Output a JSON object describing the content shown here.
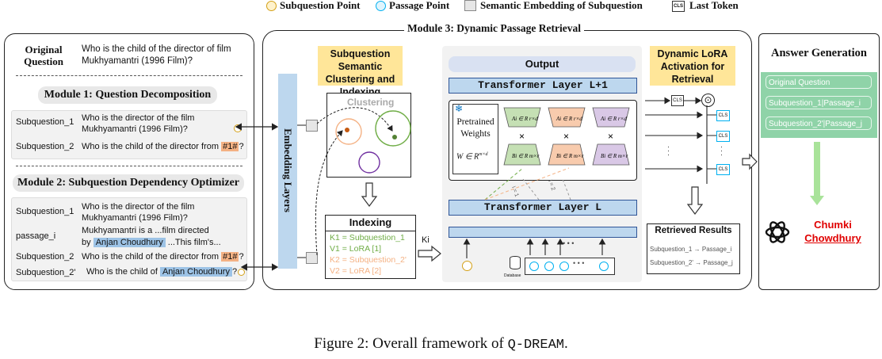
{
  "legend": {
    "subquestion_point": "Subquestion Point",
    "passage_point": "Passage Point",
    "semantic_embedding": "Semantic Embedding of Subquestion",
    "cls_label": "CLS",
    "last_token": "Last Token"
  },
  "left_panel": {
    "original_question_label": "Original Question",
    "original_question_text": "Who is the child of the director of film Mukhyamantri (1996 Film)?",
    "module1": {
      "title": "Module 1: Question Decomposition",
      "rows": [
        {
          "label": "Subquestion_1",
          "text1": "Who is the director of the film",
          "text2": "Mukhyamantri (1996 Film)?"
        },
        {
          "label": "Subquestion_2",
          "text_pre": "Who is the child of the director from ",
          "highlight": "#1#",
          "text_post": "?"
        }
      ]
    },
    "module2": {
      "title": "Module 2: Subquestion Dependency Optimizer",
      "rows": [
        {
          "label": "Subquestion_1",
          "text1": "Who is the director of the film",
          "text2": "Mukhyamantri (1996 Film)?"
        },
        {
          "label": "passage_i",
          "text1": "Mukhyamantri is a ...film directed",
          "text2_pre": "by ",
          "highlight": "Anjan Choudhury",
          "text2_post": " ...This film's..."
        },
        {
          "label": "Subquestion_2",
          "text_pre": "Who is the child of the director from ",
          "highlight": "#1#",
          "text_post": "?"
        },
        {
          "label": "Subquestion_2'",
          "text_pre": "Who is the child of ",
          "highlight": "Anjan Choudhury",
          "text_post": "?"
        }
      ]
    }
  },
  "module3": {
    "title": "Module 3: Dynamic Passage Retrieval",
    "embedding_layers": "Embedding Layers",
    "clustering_header": "Subquestion Semantic Clustering and Indexing",
    "clustering_label": "Clustering",
    "indexing_title": "Indexing",
    "indexing_items": [
      {
        "text": "K1 = Subquestion_1",
        "color": "#70ad47"
      },
      {
        "text": "V1 = LoRA [1]",
        "color": "#70ad47"
      },
      {
        "text": "K2 = Subquestion_2'",
        "color": "#f4b183"
      },
      {
        "text": "V2 = LoRA [2]",
        "color": "#f4b183"
      }
    ],
    "ki_label": "Ki",
    "output_label": "Output",
    "transformer_top": "Transformer Layer L+1",
    "transformer_bottom": "Transformer Layer L",
    "pretrained": "Pretrained Weights",
    "weight_formula": "W ∈ R",
    "weight_sup": "m×d",
    "lora_a": "A",
    "lora_b": "B",
    "lora_a_sub": "i",
    "lora_a_space": "∈ R",
    "lora_a_sup": "r×d",
    "lora_b_sup": "m×r",
    "mult": "×",
    "i1": "i = 1",
    "i2": "i = 2",
    "database": "Database",
    "dots": "• • •",
    "dynamic_lora_header": "Dynamic LoRA Activation for Retrieval",
    "retrieved_title": "Retrieved Results",
    "retrieved_rows": [
      {
        "q": "Subquestion_1",
        "p": "Passage_i"
      },
      {
        "q": "Subquestion_2'",
        "p": "Passage_j"
      }
    ],
    "odot": "⊙"
  },
  "answer": {
    "title": "Answer Generation",
    "items": [
      "Original Question",
      "Subquestion_1|Passage_i",
      "Subquestion_2'|Passage_j"
    ],
    "answer_line1": "Chumki",
    "answer_line2": "Chowdhury",
    "answer_color": "#e00000"
  },
  "caption": {
    "prefix": "Figure 2: Overall framework of ",
    "name": "Q-DREAM",
    "suffix": "."
  },
  "colors": {
    "green": "#c5e0b4",
    "orange": "#f8cbad",
    "purple": "#d9c8e6",
    "blue": "#bdd7ee",
    "answer_panel": "#8fd3a8",
    "cyan": "#00b0f0",
    "yellow": "#ffe699"
  }
}
